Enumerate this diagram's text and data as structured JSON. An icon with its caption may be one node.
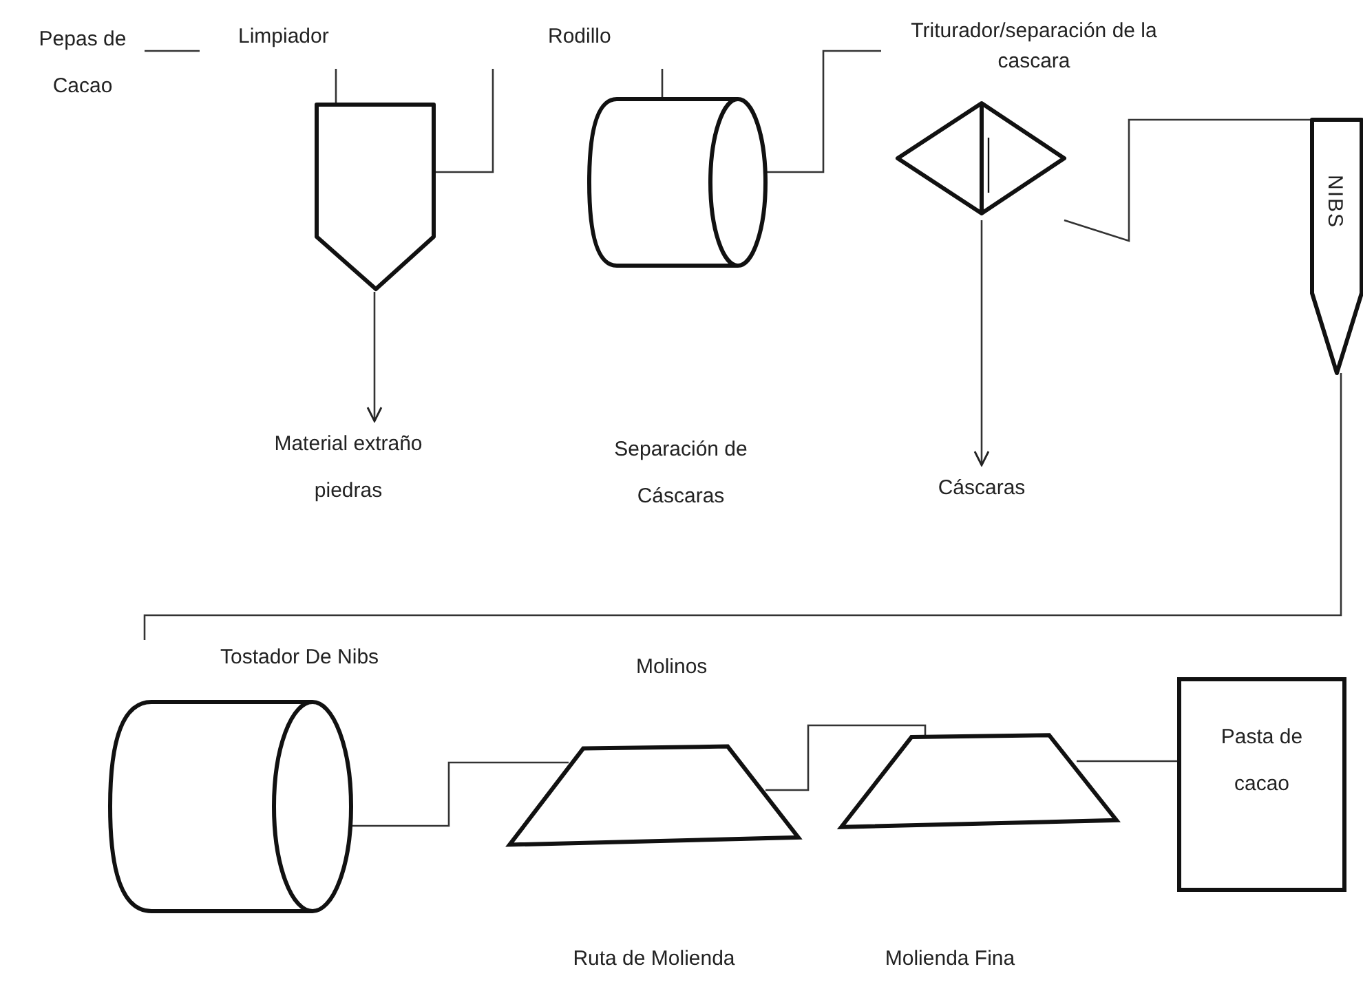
{
  "diagram": {
    "nodes": [
      {
        "text": [
          "Pepas de Cacao"
        ]
      },
      {
        "text": [
          "Limpiador"
        ]
      },
      {
        "text": [
          "Material extraño piedras"
        ]
      },
      {
        "text": [
          "Rodillo"
        ]
      },
      {
        "text": [
          "Triturador/separación de la cascara"
        ]
      },
      {
        "text": [
          "Cáscaras"
        ]
      },
      {
        "text": [
          "NIBS"
        ]
      },
      {
        "text": [
          "Tostador De Nibs"
        ]
      },
      {
        "text": [],
        "shape": "trapezoid"
      },
      {
        "text": [],
        "shape": "trapezoid"
      },
      {
        "text": [
          "Pasta de cacao"
        ]
      }
    ],
    "edges": [
      {
        "from": 0,
        "to": null,
        "arrow": "none"
      },
      {
        "from": null,
        "to": 1,
        "arrow": "none"
      },
      {
        "from": 1,
        "to": null,
        "arrow": "none"
      },
      {
        "from": 1,
        "to": 2,
        "arrow": "to"
      },
      {
        "from": null,
        "to": 3,
        "arrow": "none"
      },
      {
        "from": 3,
        "to": 4,
        "arrow": "none"
      },
      {
        "from": 4,
        "to": 5,
        "arrow": "to"
      },
      {
        "from": 4,
        "to": 6,
        "arrow": "none"
      },
      {
        "from": 6,
        "to": 7,
        "arrow": "none"
      },
      {
        "from": 7,
        "to": 8,
        "arrow": "none"
      },
      {
        "from": 8,
        "to": 9,
        "arrow": "none"
      },
      {
        "from": 9,
        "to": 10,
        "arrow": "none"
      }
    ],
    "labels": [
      "Separación de Cáscaras",
      "Molinos",
      "Ruta de Molienda",
      "Molienda Fina"
    ]
  }
}
